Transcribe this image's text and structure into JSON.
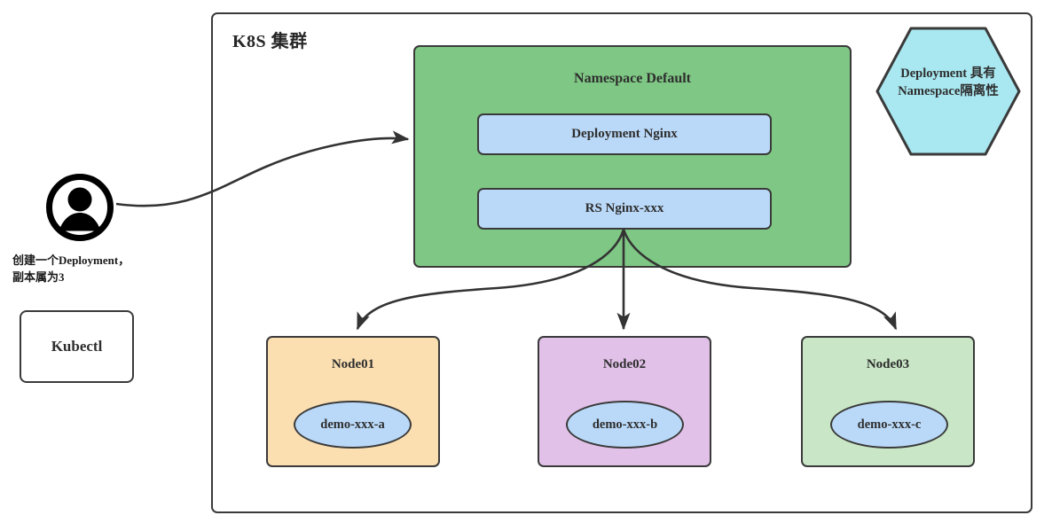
{
  "diagram": {
    "cluster": {
      "title": "K8S 集群"
    },
    "namespace": {
      "title": "Namespace Default",
      "color": "#7fc784",
      "children": [
        {
          "id": "deployment",
          "label": "Deployment Nginx",
          "color": "#bad9f8"
        },
        {
          "id": "replicaset",
          "label": "RS Nginx-xxx",
          "color": "#bad9f8"
        }
      ]
    },
    "callout": {
      "shape": "hexagon",
      "color": "#a9e8f1",
      "line1": "Deployment 具有",
      "line2": "Namespace隔离性"
    },
    "actor": {
      "icon": "user-icon",
      "caption_line1": "创建一个Deployment，",
      "caption_line2": "副本属为3",
      "tool_label": "Kubectl"
    },
    "nodes": [
      {
        "id": "node01",
        "title": "Node01",
        "color": "#fbdfb1",
        "pod": {
          "label": "demo-xxx-a",
          "color": "#bad9f8"
        }
      },
      {
        "id": "node02",
        "title": "Node02",
        "color": "#e2c1e9",
        "pod": {
          "label": "demo-xxx-b",
          "color": "#bad9f8"
        }
      },
      {
        "id": "node03",
        "title": "Node03",
        "color": "#c9e7c6",
        "pod": {
          "label": "demo-xxx-c",
          "color": "#bad9f8"
        }
      }
    ],
    "edges": {
      "stroke": "#333333",
      "actor_to_namespace": "",
      "rs_to_node01": "",
      "rs_to_node02": "",
      "rs_to_node03": ""
    }
  }
}
